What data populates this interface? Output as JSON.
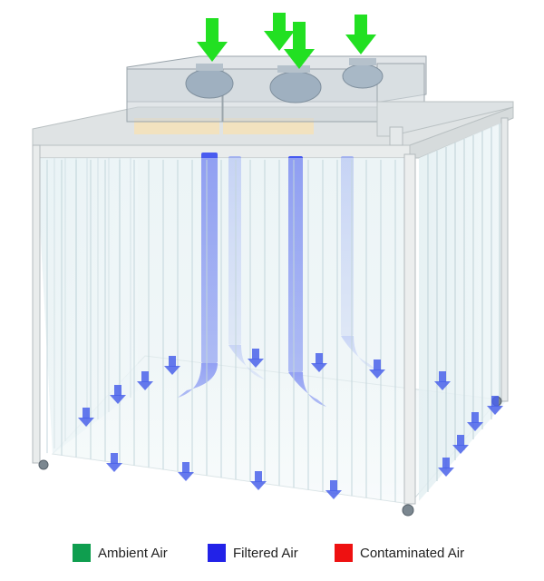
{
  "diagram": {
    "subject": "softwall-cleanroom-airflow",
    "arrow_colors": {
      "intake": "#22e022",
      "filtered": "#3a4ff0",
      "floor_exit": "#4a62ea"
    }
  },
  "legend": {
    "items": [
      {
        "id": "ambient",
        "label": "Ambient Air",
        "color": "#0f9e4f"
      },
      {
        "id": "filtered",
        "label": "Filtered Air",
        "color": "#2222e8"
      },
      {
        "id": "contaminated",
        "label": "Contaminated Air",
        "color": "#ee1111"
      }
    ]
  }
}
